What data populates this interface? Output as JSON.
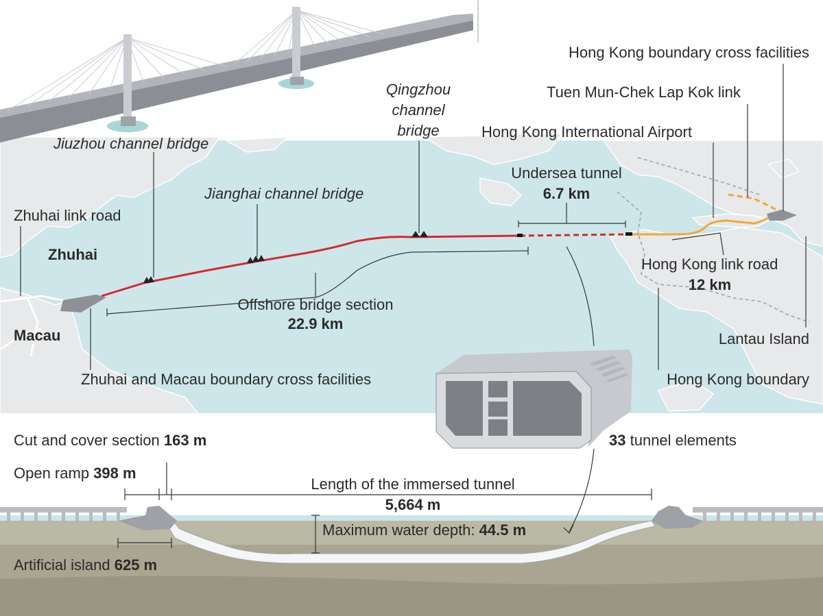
{
  "labels": {
    "hk_boundary_cross": "Hong Kong boundary cross facilities",
    "tuen_mun_link": "Tuen Mun-Chek Lap Kok link",
    "hk_airport": "Hong Kong International Airport",
    "undersea_tunnel": "Undersea tunnel",
    "undersea_tunnel_length": "6.7 km",
    "qingzhou_line1": "Qingzhou",
    "qingzhou_line2": "channel",
    "qingzhou_line3": "bridge",
    "jiuzhou": "Jiuzhou channel bridge",
    "jianghai": "Jianghai channel bridge",
    "zhuhai_link": "Zhuhai link road",
    "zhuhai": "Zhuhai",
    "macau": "Macau",
    "offshore": "Offshore bridge section",
    "offshore_length": "22.9 km",
    "hk_link_road": "Hong Kong link road",
    "hk_link_length": "12 km",
    "lantau": "Lantau Island",
    "zhuhai_macau_bcf": "Zhuhai and Macau boundary cross facilities",
    "hk_boundary": "Hong Kong boundary",
    "cut_cover": "Cut and cover section",
    "cut_cover_value": "163 m",
    "open_ramp": "Open ramp",
    "open_ramp_value": "398 m",
    "tunnel_elements_value": "33",
    "tunnel_elements": "tunnel elements",
    "immersed_length": "Length of the immersed tunnel",
    "immersed_length_value": "5,664 m",
    "max_depth": "Maximum water depth:",
    "max_depth_value": "44.5 m",
    "artificial_island": "Artificial island",
    "artificial_island_value": "625 m"
  },
  "colors": {
    "sea": "#cbe6e9",
    "land": "#e6e8ea",
    "bridge_route": "#d7282f",
    "hk_link": "#f3a736",
    "seabed": "#a8a592"
  }
}
